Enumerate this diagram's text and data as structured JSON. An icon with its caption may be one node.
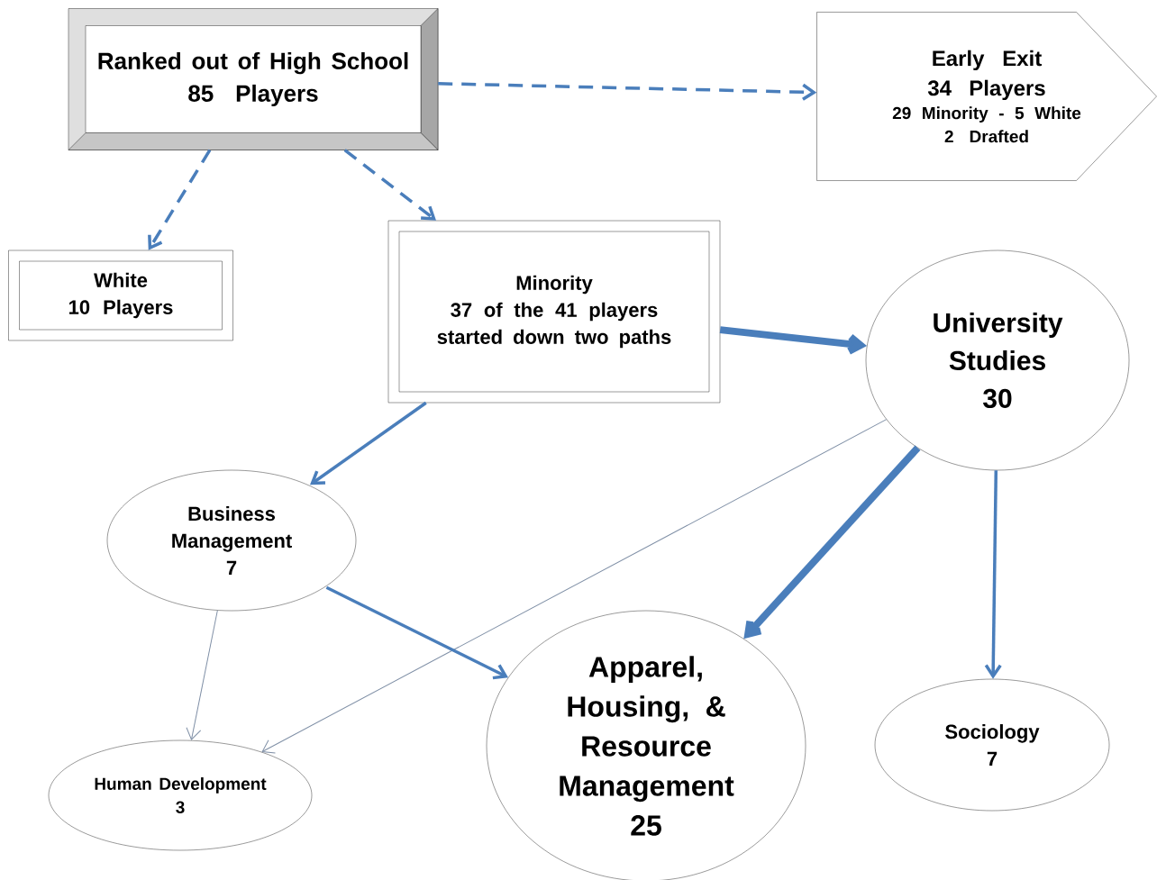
{
  "diagram": {
    "nodes": [
      {
        "text": [
          "Ranked out of High School",
          "85 Players"
        ]
      },
      {
        "text": [
          "Early Exit",
          "34 Players",
          "29 Minority -  5 White",
          "2 Drafted"
        ]
      },
      {
        "text": [
          "White",
          "10 Players"
        ]
      },
      {
        "text": [
          "Minority",
          "37 of the 41 players started down two paths"
        ]
      },
      {
        "text": [
          "University Studies",
          "30"
        ]
      },
      {
        "text": [
          "Business Management",
          "7"
        ]
      },
      {
        "text": [
          "Apparel, Housing, & Resource Management",
          "25"
        ]
      },
      {
        "text": [
          "Sociology",
          "7"
        ]
      },
      {
        "text": [
          "Human Development",
          "3"
        ]
      }
    ],
    "edges": [
      {
        "from": 0,
        "to": 1,
        "arrow": "to",
        "style": "dashed"
      },
      {
        "from": 0,
        "to": 3,
        "arrow": "to",
        "style": "dashed"
      },
      {
        "from": 0,
        "to": 2,
        "arrow": "to",
        "style": "dashed"
      },
      {
        "from": 3,
        "to": 5,
        "arrow": "to"
      },
      {
        "from": 3,
        "to": 4,
        "arrow": "to",
        "style": "thick"
      },
      {
        "from": 4,
        "to": 6,
        "arrow": "to",
        "style": "thick"
      },
      {
        "from": 4,
        "to": 7,
        "arrow": "to"
      },
      {
        "from": 4,
        "to": 8,
        "arrow": "to",
        "color": "#7f8fa6"
      },
      {
        "from": 5,
        "to": 8,
        "arrow": "to",
        "color": "#7f8fa6"
      },
      {
        "from": 5,
        "to": 6,
        "arrow": "to"
      }
    ]
  }
}
